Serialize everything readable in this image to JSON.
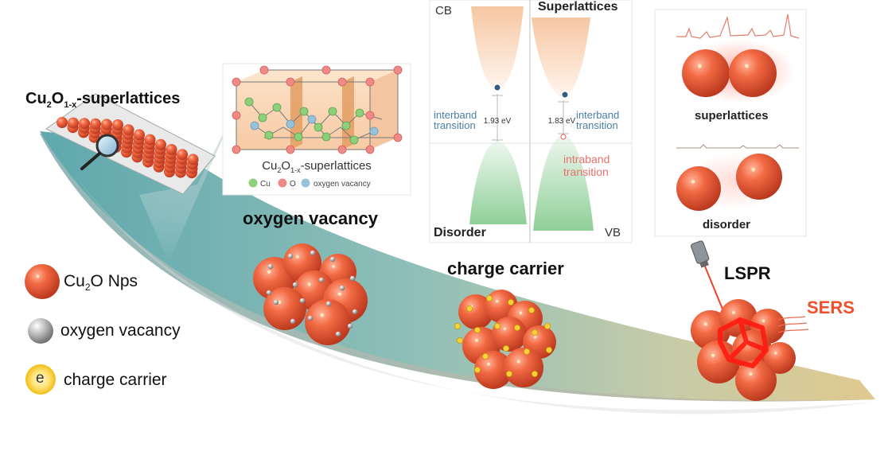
{
  "colors": {
    "sphere": "#ef5a35",
    "sphere_dark": "#b8331b",
    "vacancy": "#9c9c9c",
    "carrier": "#f2c514",
    "sers": "#f0502a",
    "interband": "#4a7fa8",
    "intraband": "#e8716e"
  },
  "title": {
    "base": "Cu",
    "s1": "2",
    "mid": "O",
    "s2": "1-x",
    "tail": "-superlattices"
  },
  "crystal": {
    "caption": {
      "base": "Cu",
      "s1": "2",
      "mid": "O",
      "s2": "1-x",
      "tail": "-superlattices"
    },
    "legend": {
      "cu": "Cu",
      "o": "O",
      "vac": "oxygen vacancy"
    }
  },
  "stages": {
    "oxygen_vacancy": "oxygen vacancy",
    "charge_carrier": "charge carrier",
    "lspr": "LSPR",
    "sers": "SERS"
  },
  "band": {
    "cb": "CB",
    "superlattices": "Superlattices",
    "interband_l1": "interband",
    "interband_l2": "transition",
    "gap_left": "1.93 eV",
    "gap_right": "1.83 eV",
    "interband_r1": "interband",
    "interband_r2": "transition",
    "intraband_1": "intraband",
    "intraband_2": "transition",
    "disorder": "Disorder",
    "vb": "VB"
  },
  "raman": {
    "superlattices": "superlattices",
    "disorder": "disorder"
  },
  "legend": {
    "nps": {
      "base": "Cu",
      "sub": "2",
      "rest": "O Nps"
    },
    "vacancy": "oxygen vacancy",
    "carrier_symbol": "e",
    "carrier": "charge carrier"
  }
}
